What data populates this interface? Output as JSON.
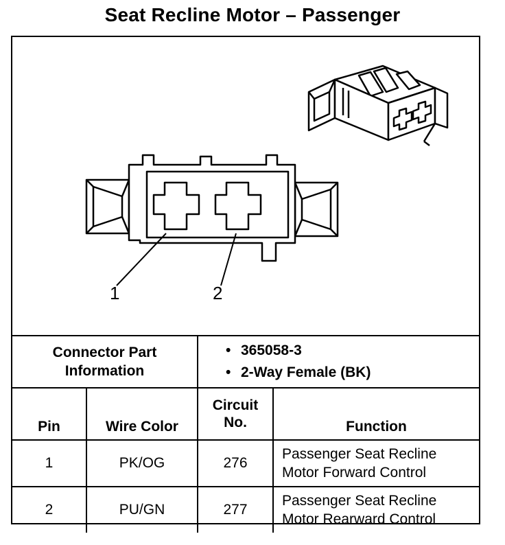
{
  "title": "Seat Recline Motor – Passenger",
  "diagram": {
    "callouts": [
      "1",
      "2"
    ]
  },
  "connector_info": {
    "label_line1": "Connector Part",
    "label_line2": "Information",
    "values": [
      "365058-3",
      "2-Way Female (BK)"
    ]
  },
  "table": {
    "headers": {
      "pin": "Pin",
      "wire_color": "Wire Color",
      "circuit_line1": "Circuit",
      "circuit_line2": "No.",
      "function": "Function"
    },
    "rows": [
      {
        "pin": "1",
        "wire_color": "PK/OG",
        "circuit": "276",
        "function_line1": "Passenger Seat Recline",
        "function_line2": "Motor Forward Control"
      },
      {
        "pin": "2",
        "wire_color": "PU/GN",
        "circuit": "277",
        "function_line1": "Passenger Seat Recline",
        "function_line2": "Motor Rearward Control"
      }
    ]
  }
}
